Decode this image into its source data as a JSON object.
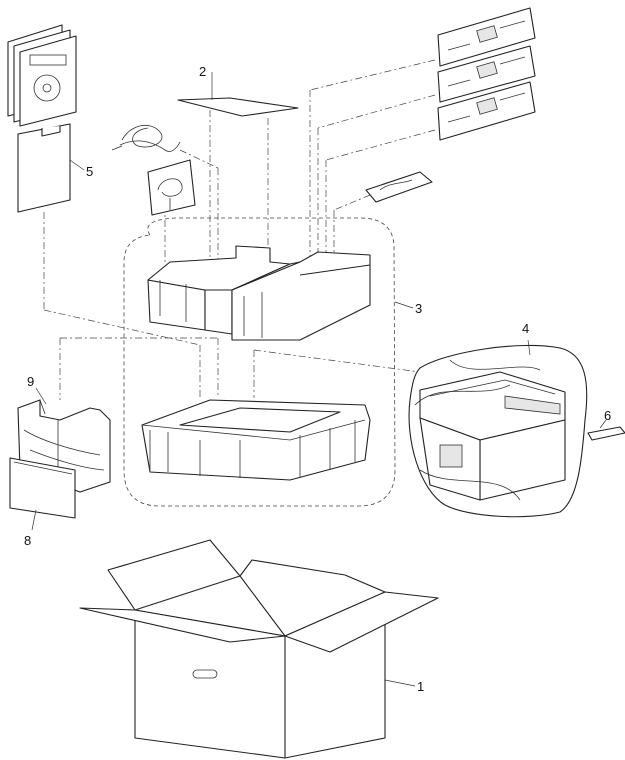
{
  "callouts": {
    "p1": "1",
    "p2": "2",
    "p3": "3",
    "p4": "4",
    "p5": "5",
    "p6": "6",
    "p8": "8",
    "p9": "9"
  }
}
